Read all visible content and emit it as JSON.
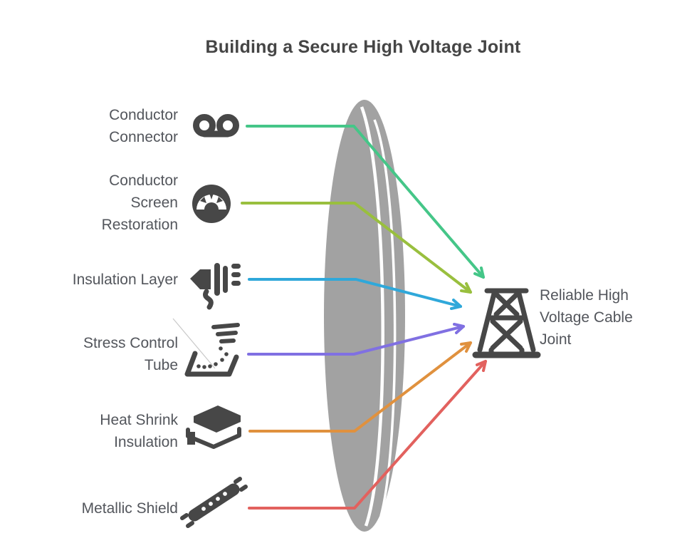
{
  "title": "Building a Secure High Voltage Joint",
  "palette": {
    "title_color": "#454545",
    "label_color": "#53565c",
    "icon_color": "#474747",
    "leader_line_color": "#c9c9c9"
  },
  "lens": {
    "color": "#a2a2a2",
    "stripe_color": "#ffffff"
  },
  "rows": [
    {
      "label": "Conductor Connector",
      "icon": "cable-connector-loops-icon",
      "color": "#45c688"
    },
    {
      "label": "Conductor Screen Restoration",
      "icon": "gauge-icon",
      "color": "#99bf3e"
    },
    {
      "label": "Insulation Layer",
      "icon": "power-plug-icon",
      "color": "#2fa8da"
    },
    {
      "label": "Stress Control Tube",
      "icon": "particle-tray-icon",
      "color": "#8070e2"
    },
    {
      "label": "Heat Shrink Insulation",
      "icon": "layered-slab-icon",
      "color": "#e0913e"
    },
    {
      "label": "Metallic Shield",
      "icon": "braided-rod-icon",
      "color": "#e2615e"
    }
  ],
  "result": {
    "label": "Reliable High Voltage Cable Joint",
    "icon": "transmission-tower-icon"
  }
}
